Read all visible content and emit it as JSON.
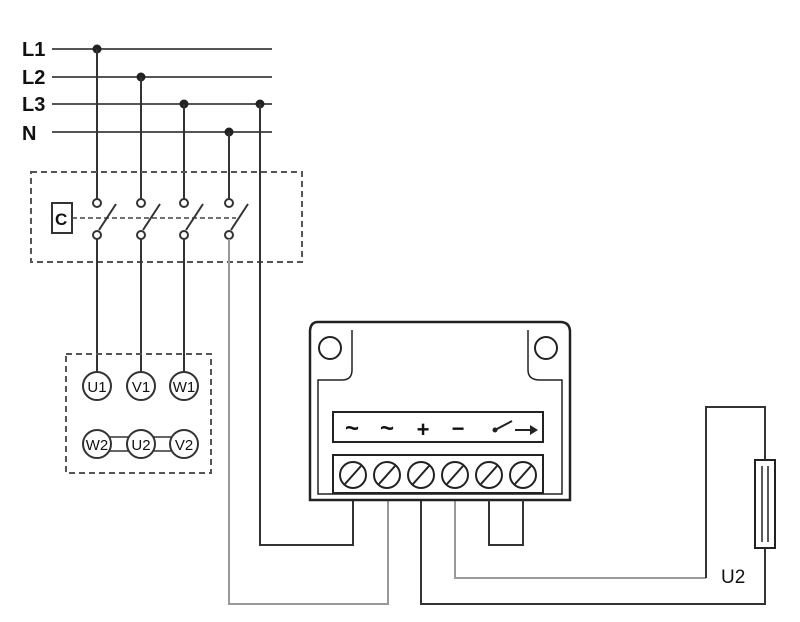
{
  "supply_lines": [
    {
      "label": "L1"
    },
    {
      "label": "L2"
    },
    {
      "label": "L3"
    },
    {
      "label": "N"
    }
  ],
  "contactor": {
    "label": "C"
  },
  "motor_terminals": {
    "top": [
      "U1",
      "V1",
      "W1"
    ],
    "bottom": [
      "W2",
      "U2",
      "V2"
    ]
  },
  "module": {
    "symbols": [
      "~",
      "~",
      "+",
      "−",
      "switch"
    ]
  },
  "brake_label": "U2"
}
